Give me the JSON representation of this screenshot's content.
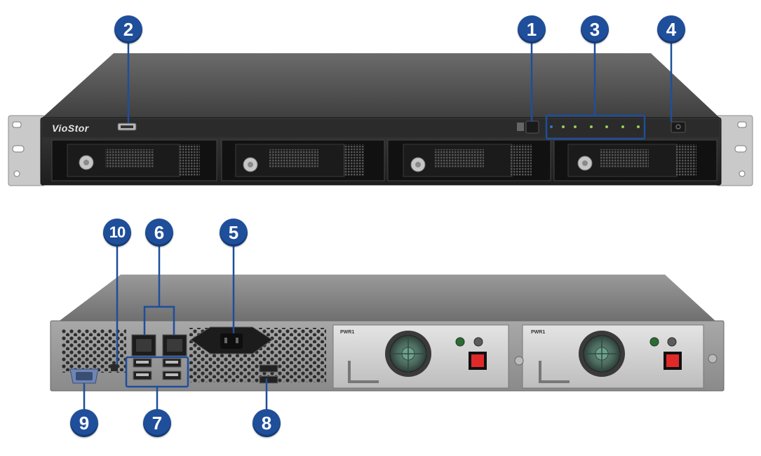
{
  "brand_text": "VioStor",
  "psu_label": "PWR1",
  "callouts": [
    {
      "id": "1",
      "label": "1"
    },
    {
      "id": "2",
      "label": "2"
    },
    {
      "id": "3",
      "label": "3"
    },
    {
      "id": "4",
      "label": "4"
    },
    {
      "id": "5",
      "label": "5"
    },
    {
      "id": "6",
      "label": "6"
    },
    {
      "id": "7",
      "label": "7"
    },
    {
      "id": "8",
      "label": "8"
    },
    {
      "id": "9",
      "label": "9"
    },
    {
      "id": "10",
      "label": "10"
    }
  ],
  "colors": {
    "callout_fill": "#1f4e9a",
    "callout_line": "#1f4e9a",
    "chassis": "#4a4a4a",
    "rear_chassis": "#8c8c8c",
    "psu": "#d2d2d2",
    "led_blue": "#3b6fd1",
    "led_green": "#9acd5a",
    "power_switch": "#e02a2a"
  }
}
